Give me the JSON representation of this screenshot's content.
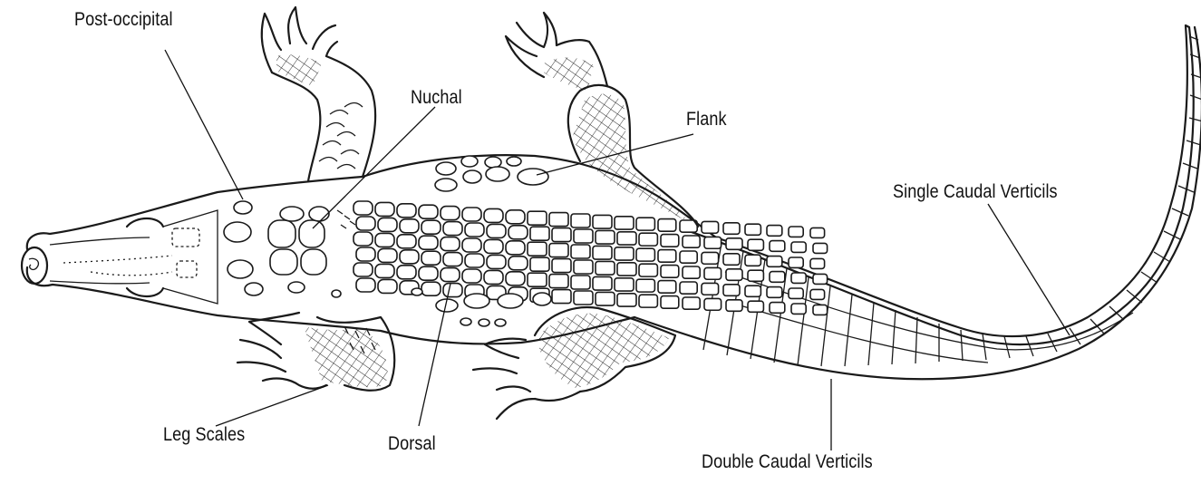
{
  "labels": {
    "post_occipital": "Post-occipital",
    "nuchal": "Nuchal",
    "flank": "Flank",
    "single_caudal": "Single Caudal Verticils",
    "leg_scales": "Leg Scales",
    "dorsal": "Dorsal",
    "double_caudal": "Double Caudal Verticils"
  },
  "colors": {
    "ink": "#1a1a1a",
    "background": "#ffffff"
  }
}
